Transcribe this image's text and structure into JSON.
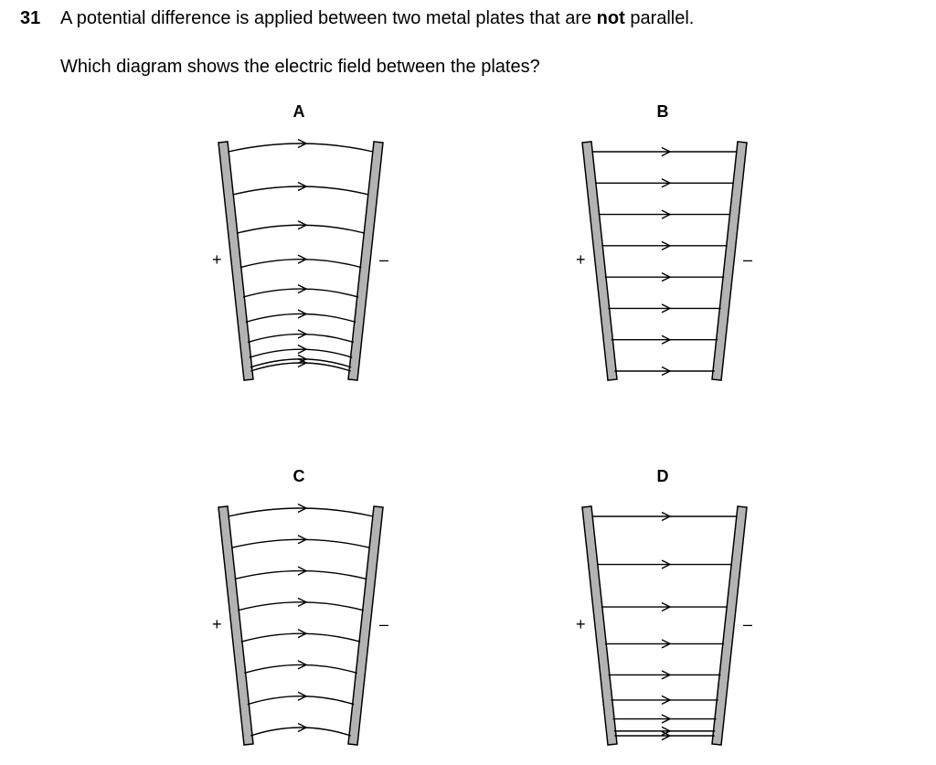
{
  "question": {
    "number": "31",
    "text_before": "A potential difference is applied between two metal plates that are ",
    "text_emphasis": "not",
    "text_after": " parallel.",
    "prompt": "Which diagram shows the electric field between the plates?"
  },
  "signs": {
    "positive": "+",
    "negative": "–"
  },
  "diagrams": [
    {
      "label": "A",
      "line_style": "curved",
      "spacing": "closer-toward-narrow-end",
      "line_count": 10
    },
    {
      "label": "B",
      "line_style": "straight",
      "spacing": "equal",
      "line_count": 8
    },
    {
      "label": "C",
      "line_style": "curved",
      "spacing": "equal",
      "line_count": 8
    },
    {
      "label": "D",
      "line_style": "straight",
      "spacing": "closer-toward-narrow-end",
      "line_count": 9
    }
  ],
  "colors": {
    "plate_fill": "#b3b3b3",
    "stroke": "#000000"
  }
}
